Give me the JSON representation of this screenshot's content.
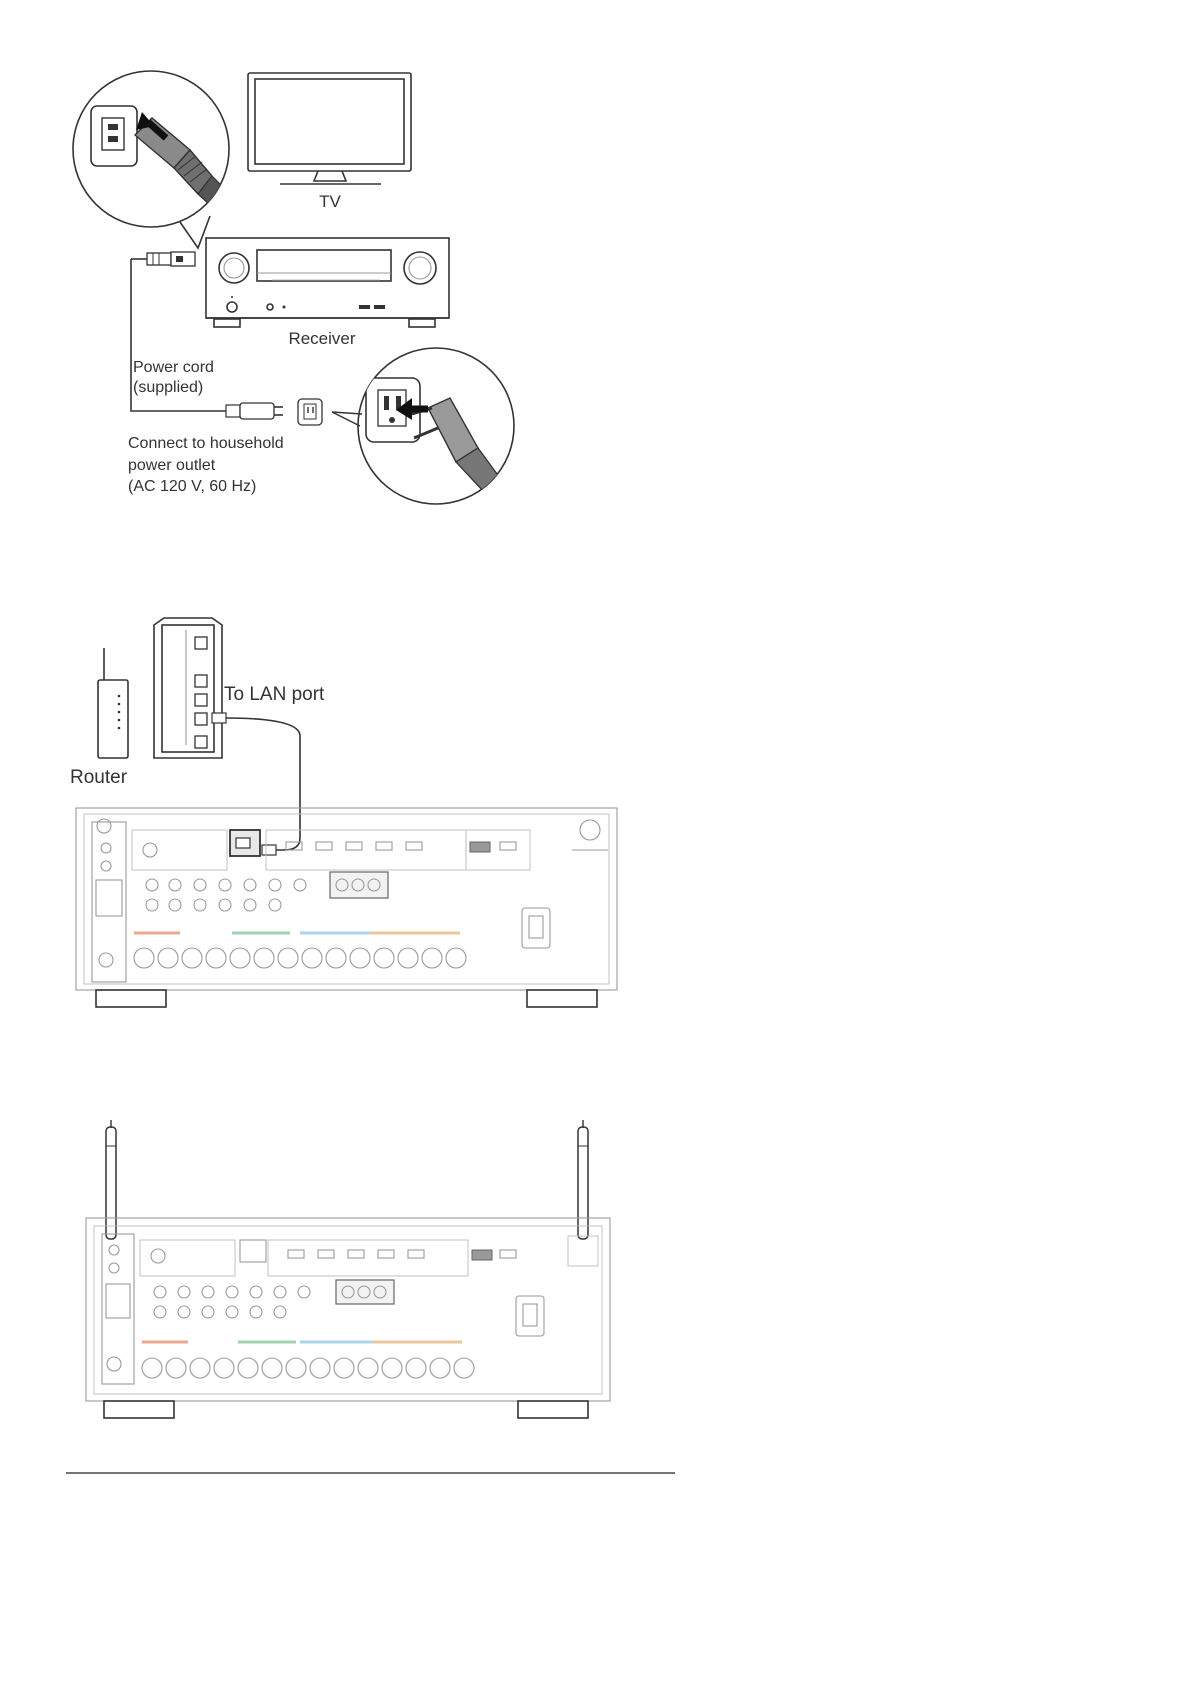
{
  "diagram1": {
    "tv_label": "TV",
    "receiver_label": "Receiver",
    "power_cord_line1": "Power cord",
    "power_cord_line2": "(supplied)",
    "outlet_line1": "Connect to household",
    "outlet_line2": "power outlet",
    "outlet_line3": "(AC 120 V, 60 Hz)"
  },
  "diagram2": {
    "lan_label": "To LAN port",
    "router_label": "Router"
  }
}
